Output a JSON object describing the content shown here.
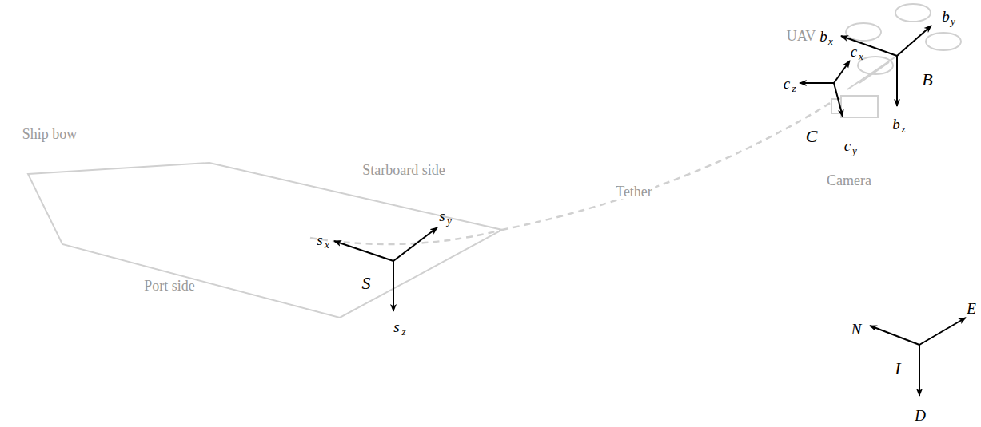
{
  "diagram": {
    "labels": [
      "Ship bow",
      "Starboard side",
      "Port side",
      "Tether",
      "UAV",
      "Camera",
      "s",
      "x",
      "s",
      "y",
      "s",
      "z",
      "S",
      "b",
      "x",
      "b",
      "y",
      "b",
      "z",
      "B",
      "c",
      "x",
      "c",
      "y",
      "c",
      "z",
      "C",
      "N",
      "E",
      "D",
      "I"
    ]
  }
}
